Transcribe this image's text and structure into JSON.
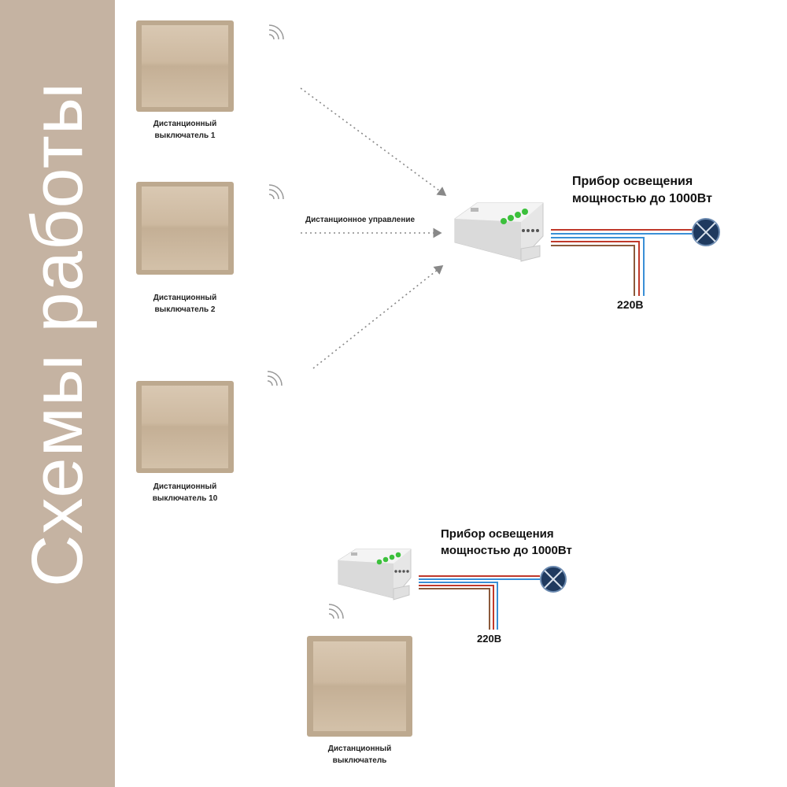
{
  "sidebar": {
    "title": "Схемы работы"
  },
  "scheme_multi": {
    "switches": [
      {
        "line1": "Дистанционный",
        "line2": "выключатель 1"
      },
      {
        "line1": "Дистанционный",
        "line2": "выключатель 2"
      },
      {
        "line1": "Дистанционный",
        "line2": "выключатель 10"
      }
    ],
    "remote_label": "Дистанционное управление",
    "lamp_label_line1": "Прибор освещения",
    "lamp_label_line2": "мощностью до 1000Вт",
    "voltage_label": "220В"
  },
  "scheme_single": {
    "switch": {
      "line1": "Дистанционный",
      "line2": "выключатель"
    },
    "lamp_label_line1": "Прибор освещения",
    "lamp_label_line2": "мощностью до 1000Вт",
    "voltage_label": "220В"
  },
  "colors": {
    "sidebar_bg": "#c5b3a2",
    "switch_gold": "#d2c0a8",
    "wire_red": "#c0392b",
    "wire_blue": "#3a8fd6",
    "wire_brown": "#8b5a3c",
    "lamp_fill": "#1f3a5f",
    "module_led": "#3cc03c"
  }
}
